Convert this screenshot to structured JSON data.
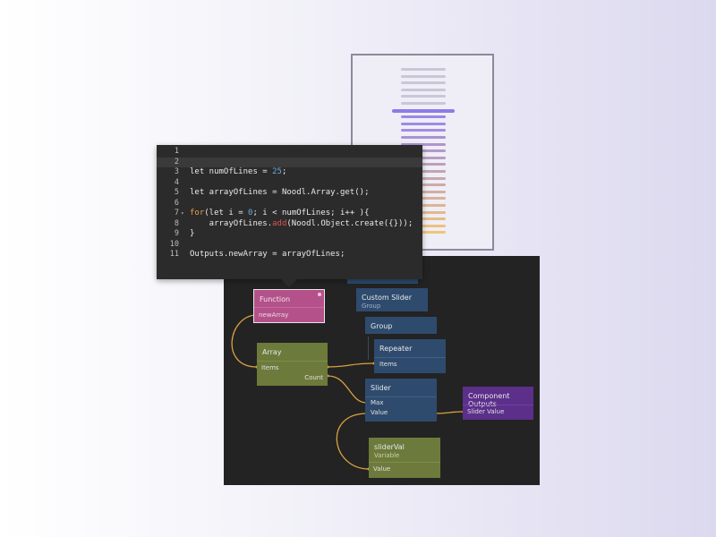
{
  "preview": {
    "line_count": 25,
    "selected_index": 6,
    "colors": {
      "idle": "#c9c6da",
      "selected": "#8c7be6",
      "gradient_start": "#9a86ea",
      "gradient_end": "#f0c47a"
    }
  },
  "editor": {
    "lines": [
      {
        "n": "1",
        "text": ""
      },
      {
        "n": "2",
        "text": ""
      },
      {
        "n": "3",
        "text": "let numOfLines = 25;"
      },
      {
        "n": "4",
        "text": ""
      },
      {
        "n": "5",
        "text": "let arrayOfLines = Noodl.Array.get();"
      },
      {
        "n": "6",
        "text": ""
      },
      {
        "n": "7",
        "text": "for(let i = 0; i < numOfLines; i++ ){"
      },
      {
        "n": "8",
        "text": "    arrayOfLines.add(Noodl.Object.create({}));"
      },
      {
        "n": "9",
        "text": "}"
      },
      {
        "n": "10",
        "text": ""
      },
      {
        "n": "11",
        "text": "Outputs.newArray = arrayOfLines;"
      }
    ]
  },
  "nodes": {
    "function": {
      "title": "Function",
      "port_out": "newArray",
      "color": "#b5518a"
    },
    "array": {
      "title": "Array",
      "port_in": "Items",
      "port_out": "Count",
      "color": "#6c7a3b"
    },
    "custom_slider": {
      "title": "Custom Slider",
      "subtitle": "Group",
      "color": "#2e4b6e"
    },
    "group": {
      "title": "Group",
      "color": "#2e4b6e"
    },
    "repeater": {
      "title": "Repeater",
      "port_in": "Items",
      "color": "#2e4b6e"
    },
    "slider": {
      "title": "Slider",
      "port_max": "Max",
      "port_value": "Value",
      "color": "#2e4b6e"
    },
    "component_outputs": {
      "title": "Component Outputs",
      "port_in": "Slider Value",
      "color": "#5b2f8a"
    },
    "slider_val": {
      "title": "sliderVal",
      "subtitle": "Variable",
      "port_in": "Value",
      "color": "#6c7a3b"
    }
  },
  "wire_color": "#d9a23f"
}
